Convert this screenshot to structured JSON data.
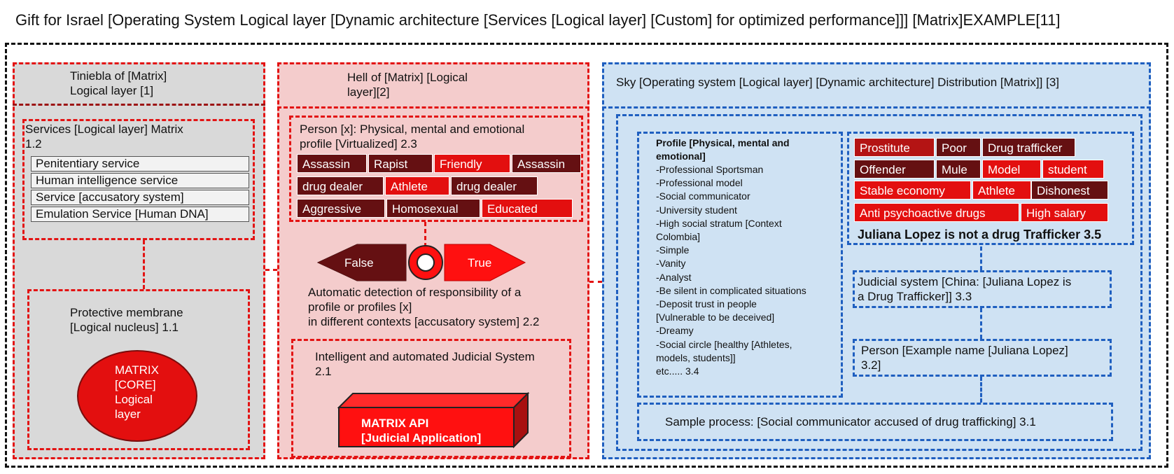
{
  "title": "Gift for Israel [Operating System Logical layer [Dynamic architecture [Services [Logical layer] [Custom] for optimized performance]]] [Matrix]EXAMPLE[11]",
  "tiniebla": {
    "header": "Tiniebla of [Matrix]\nLogical layer [1]",
    "services_title": "Services [Logical  layer] Matrix\n1.2",
    "services": [
      "Penitentiary service",
      "Human intelligence service",
      "Service  [accusatory system]",
      "Emulation Service [Human DNA]"
    ],
    "membrane": "Protective membrane\n[Logical nucleus] 1.1",
    "core": "MATRIX\n[CORE]\nLogical\nlayer"
  },
  "hell": {
    "header": "Hell of [Matrix] [Logical\nlayer][2]",
    "person_title": "Person [x]: Physical, mental and emotional\nprofile [Virtualized] 2.3",
    "tags": [
      "Assassin",
      "Rapist",
      "Friendly",
      "Assassin",
      "drug dealer",
      "Athlete",
      "drug dealer",
      "Aggressive",
      "Homosexual",
      "Educated"
    ],
    "false_label": "False",
    "true_label": "True",
    "detection": "Automatic detection of responsibility of a\nprofile or profiles [x]\nin different contexts [accusatory system] 2.2",
    "judicial": "Intelligent and automated Judicial System\n2.1",
    "api": "MATRIX API\n[Judicial Application]"
  },
  "sky": {
    "header": "Sky [Operating system [Logical layer] [Dynamic architecture] Distribution [Matrix]] [3]",
    "profile_title": "Profile [Physical, mental and\nemotional]",
    "profile_items": "-Professional Sportsman\n-Professional model\n-Social communicator\n-University student\n-High social stratum [Context\nColombia]\n-Simple\n-Vanity\n-Analyst\n-Be silent in complicated situations\n-Deposit trust in people\n[Vulnerable to be deceived]\n-Dreamy\n-Social circle [healthy [Athletes,\nmodels, students]]\netc..... 3.4",
    "tags": [
      "Prostitute",
      "Poor",
      "Drug trafficker",
      "Offender",
      "Mule",
      "Model",
      "student",
      "Stable economy",
      "Athlete",
      "Dishonest",
      "Anti psychoactive drugs",
      "High salary"
    ],
    "verdict": "Juliana Lopez is not a drug Trafficker 3.5",
    "judicial": "Judicial system [China: [Juliana Lopez is\na Drug Trafficker]] 3.3",
    "person": "Person [Example name [Juliana Lopez]\n3.2]",
    "sample": "Sample process: [Social communicator accused of drug trafficking] 3.1"
  },
  "colors": {
    "dark_tag": "#651012",
    "red_tag": "#e30f0f",
    "red_dash": "#e31313",
    "blue_dash": "#1f5fc0",
    "sky_fill": "#cfe2f3",
    "hell_fill": "#f4cccc",
    "grey_fill": "#d9d9d9"
  }
}
